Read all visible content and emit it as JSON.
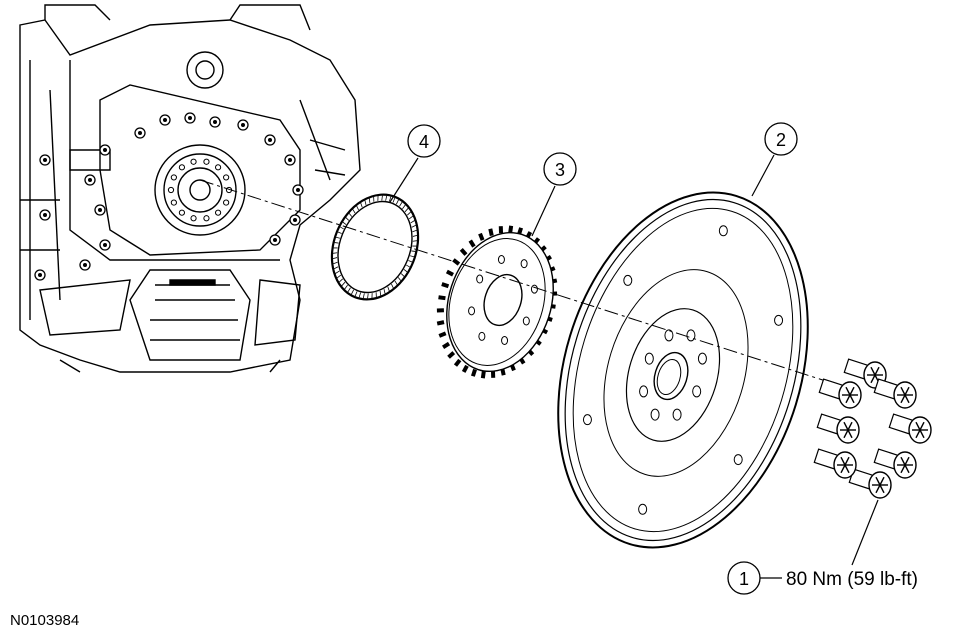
{
  "figure_id": "N0103984",
  "callouts": [
    {
      "number": "1",
      "spec": "80 Nm (59 lb-ft)"
    },
    {
      "number": "2"
    },
    {
      "number": "3"
    },
    {
      "number": "4"
    }
  ],
  "colors": {
    "line": "#000000",
    "background": "#ffffff",
    "shade": "#d9d9d9"
  },
  "icons": {
    "engine": "engine-block-icon",
    "ring": "reluctor-ring-icon",
    "gear": "crankshaft-gear-icon",
    "flexplate": "flexplate-icon",
    "bolt": "flexplate-bolt-icon"
  }
}
